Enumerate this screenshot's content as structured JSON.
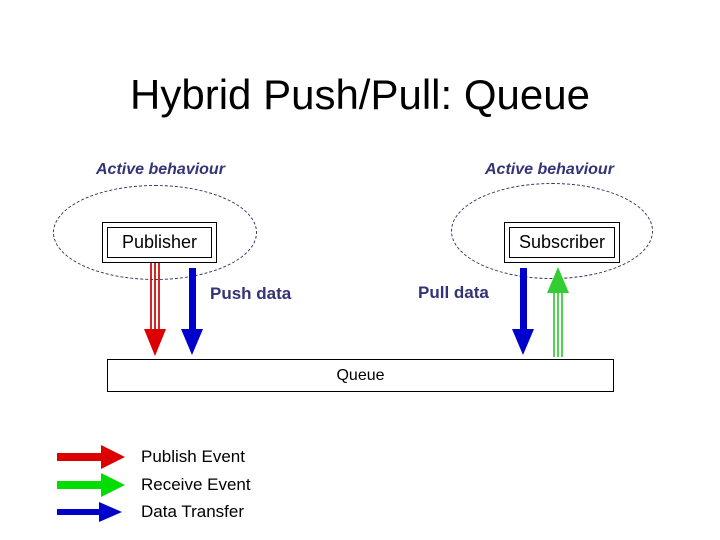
{
  "title": "Hybrid Push/Pull: Queue",
  "regions": {
    "publisher": {
      "label": "Active behaviour",
      "node": "Publisher"
    },
    "subscriber": {
      "label": "Active behaviour",
      "node": "Subscriber"
    }
  },
  "flows": {
    "push_label": "Push data",
    "pull_label": "Pull data"
  },
  "queue": {
    "label": "Queue"
  },
  "legend": {
    "items": [
      {
        "icon": "red-right-arrow-icon",
        "color": "#dd0000",
        "label": "Publish Event"
      },
      {
        "icon": "green-right-arrow-icon",
        "color": "#00dd00",
        "label": "Receive Event"
      },
      {
        "icon": "blue-right-arrow-icon",
        "color": "#0000cc",
        "label": "Data Transfer"
      }
    ]
  },
  "colors": {
    "publish_event": "#dd0000",
    "receive_event": "#00cc00",
    "data_transfer": "#0000cc",
    "annotation_text": "#333377",
    "region_outline": "#333366",
    "background": "#ffffff"
  }
}
